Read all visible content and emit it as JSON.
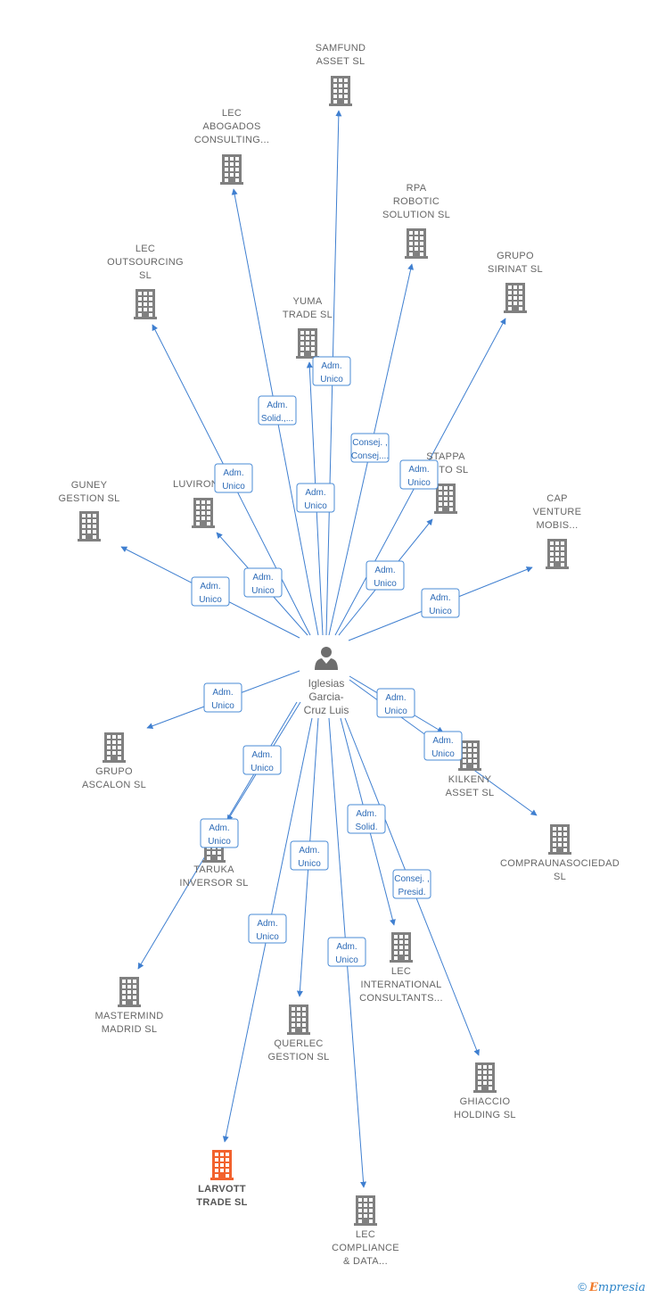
{
  "colors": {
    "edge": "#3f7fd0",
    "building": "#808080",
    "highlight": "#f2622e",
    "label": "#666666"
  },
  "center": {
    "lines": [
      "Iglesias",
      "Garcia-",
      "Cruz Luis"
    ],
    "icon": "person-icon"
  },
  "nodes": [
    {
      "id": "samfund",
      "lines": [
        "SAMFUND",
        "ASSET SL"
      ]
    },
    {
      "id": "lec-abogados",
      "lines": [
        "LEC",
        "ABOGADOS",
        "CONSULTING..."
      ]
    },
    {
      "id": "rpa",
      "lines": [
        "RPA",
        "ROBOTIC",
        "SOLUTION SL"
      ]
    },
    {
      "id": "grupo-sirinat",
      "lines": [
        "GRUPO",
        "SIRINAT SL"
      ]
    },
    {
      "id": "lec-outsourcing",
      "lines": [
        "LEC",
        "OUTSOURCING",
        "SL"
      ]
    },
    {
      "id": "yuma",
      "lines": [
        "YUMA",
        "TRADE SL"
      ]
    },
    {
      "id": "stappa",
      "lines": [
        "STAPPA",
        "...STO SL"
      ]
    },
    {
      "id": "guney",
      "lines": [
        "GUNEY",
        "GESTION SL"
      ]
    },
    {
      "id": "luvironz",
      "lines": [
        "LUVIRONZ..."
      ]
    },
    {
      "id": "cap-venture",
      "lines": [
        "CAP",
        "VENTURE",
        "MOBIS..."
      ]
    },
    {
      "id": "grupo-ascalon",
      "lines": [
        "GRUPO",
        "ASCALON SL"
      ]
    },
    {
      "id": "kilkeny",
      "lines": [
        "KILKENY",
        "ASSET SL"
      ]
    },
    {
      "id": "taruka",
      "lines": [
        "TARUKA",
        "INVERSOR SL"
      ]
    },
    {
      "id": "compraunasociedad",
      "lines": [
        "COMPRAUNASOCIEDAD",
        "SL"
      ]
    },
    {
      "id": "lec-international",
      "lines": [
        "LEC",
        "INTERNATIONAL",
        "CONSULTANTS..."
      ]
    },
    {
      "id": "mastermind",
      "lines": [
        "MASTERMIND",
        "MADRID SL"
      ]
    },
    {
      "id": "querlec",
      "lines": [
        "QUERLEC",
        "GESTION SL"
      ]
    },
    {
      "id": "ghiaccio",
      "lines": [
        "GHIACCIO",
        "HOLDING SL"
      ]
    },
    {
      "id": "larvott",
      "lines": [
        "LARVOTT",
        "TRADE SL"
      ],
      "highlight": true
    },
    {
      "id": "lec-compliance",
      "lines": [
        "LEC",
        "COMPLIANCE",
        "& DATA..."
      ]
    }
  ],
  "edges": [
    {
      "target": "samfund",
      "label": [
        "Adm.",
        "Unico"
      ]
    },
    {
      "target": "lec-abogados",
      "label": [
        "Adm.",
        "Solid.,..."
      ]
    },
    {
      "target": "rpa",
      "label": [
        "Consej. ,",
        "Consej...."
      ]
    },
    {
      "target": "grupo-sirinat",
      "label": [
        "Adm.",
        "Unico"
      ]
    },
    {
      "target": "lec-outsourcing",
      "label": [
        "Adm.",
        "Unico"
      ]
    },
    {
      "target": "yuma",
      "label": [
        "Adm.",
        "Unico"
      ]
    },
    {
      "target": "stappa",
      "label": [
        "Adm.",
        "Unico"
      ]
    },
    {
      "target": "guney",
      "label": [
        "Adm.",
        "Unico"
      ]
    },
    {
      "target": "luvironz",
      "label": [
        "Adm.",
        "Unico"
      ]
    },
    {
      "target": "cap-venture",
      "label": [
        "Adm.",
        "Unico"
      ]
    },
    {
      "target": "grupo-ascalon",
      "label": [
        "Adm.",
        "Unico"
      ]
    },
    {
      "target": "kilkeny",
      "label": [
        "Adm.",
        "Unico"
      ]
    },
    {
      "target": "compraunasociedad",
      "label": [
        "Adm.",
        "Unico"
      ]
    },
    {
      "target": "taruka",
      "label": [
        "Adm.",
        "Unico"
      ]
    },
    {
      "target": "mastermind",
      "label": [
        "Adm.",
        "Unico"
      ]
    },
    {
      "target": "lec-international",
      "label": [
        "Adm.",
        "Solid."
      ]
    },
    {
      "target": "querlec",
      "label": [
        "Adm.",
        "Unico"
      ]
    },
    {
      "target": "ghiaccio",
      "label": [
        "Consej. ,",
        "Presid."
      ]
    },
    {
      "target": "larvott",
      "label": [
        "Adm.",
        "Unico"
      ]
    },
    {
      "target": "lec-compliance",
      "label": [
        "Adm.",
        "Unico"
      ]
    }
  ],
  "footer": {
    "copyright": "©",
    "brand_initial": "E",
    "brand_rest": "mpresia"
  }
}
